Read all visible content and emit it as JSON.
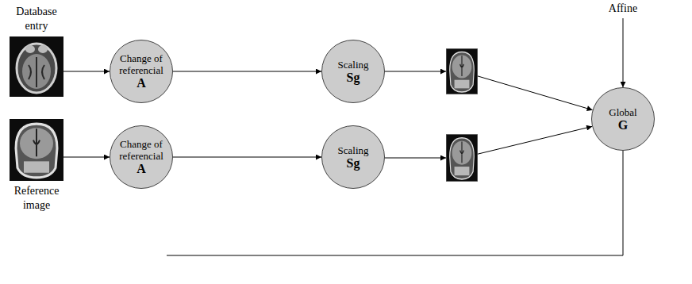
{
  "diagram": {
    "nodes": [
      {
        "text": [
          "Database entry"
        ]
      },
      {
        "text": [
          "Change of referencial",
          "A"
        ]
      },
      {
        "text": [
          "Scaling",
          "Sg"
        ]
      },
      {
        "text": []
      },
      {
        "text": [
          "Global",
          "G"
        ]
      },
      {
        "text": [
          "Reference image"
        ]
      },
      {
        "text": [
          "Change of referencial",
          "A"
        ]
      },
      {
        "text": [
          "Scaling",
          "Sg"
        ]
      },
      {
        "text": []
      }
    ],
    "edges": [
      {
        "from": 0,
        "to": 1,
        "arrow": "to"
      },
      {
        "from": 1,
        "to": 2,
        "arrow": "to"
      },
      {
        "from": 2,
        "to": 3,
        "arrow": "to"
      },
      {
        "from": 3,
        "to": 4,
        "arrow": "to"
      },
      {
        "from": 5,
        "to": 6,
        "arrow": "to"
      },
      {
        "from": 6,
        "to": 7,
        "arrow": "to"
      },
      {
        "from": 7,
        "to": 8,
        "arrow": "to"
      },
      {
        "from": 8,
        "to": 4,
        "arrow": "to"
      }
    ],
    "labels": [
      "Affine"
    ]
  }
}
